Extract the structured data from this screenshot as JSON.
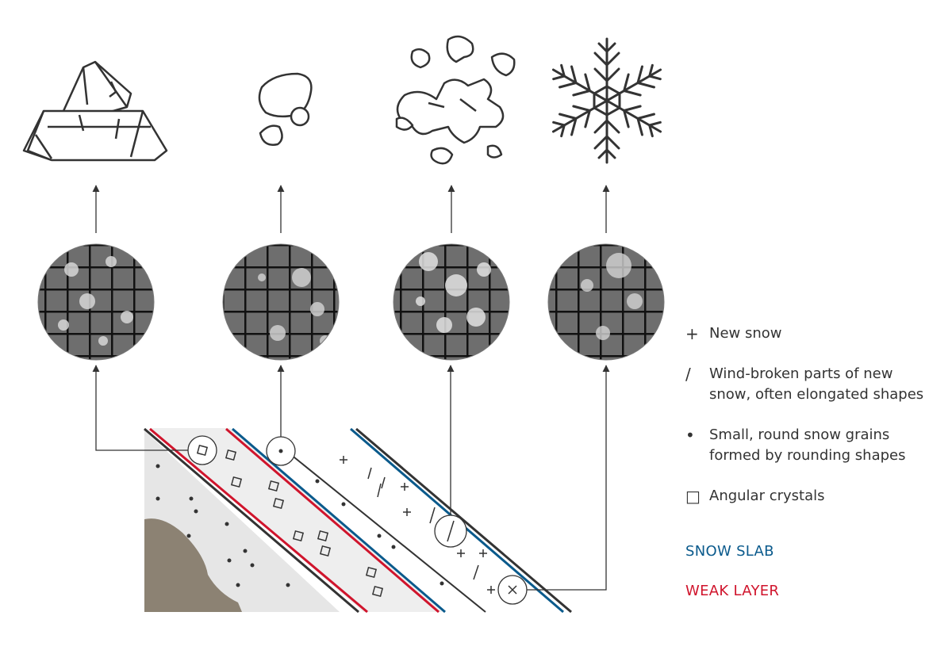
{
  "legend": {
    "new_snow": {
      "symbol": "+",
      "text": "New snow"
    },
    "wind_broken": {
      "symbol": "/",
      "line1": "Wind-broken parts of new",
      "line2": "snow, often elongated shapes"
    },
    "round_grains": {
      "symbol": "•",
      "line1": "Small, round snow grains",
      "line2": "formed by rounding shapes"
    },
    "angular": {
      "symbol": "□",
      "text": "Angular crystals"
    }
  },
  "layers": {
    "slab": {
      "label": "SNOW SLAB",
      "color": "#0a5a8c"
    },
    "weak": {
      "label": "WEAK LAYER",
      "color": "#d0142c"
    }
  },
  "colors": {
    "ground": "#8c8273",
    "old_snow": "#e6e6e6",
    "weak_fill": "#eeeeee",
    "line": "#333333"
  },
  "icons": [
    "faceted-crystal-icon",
    "rounded-grain-icon",
    "broken-crystal-icon",
    "snowflake-icon"
  ]
}
